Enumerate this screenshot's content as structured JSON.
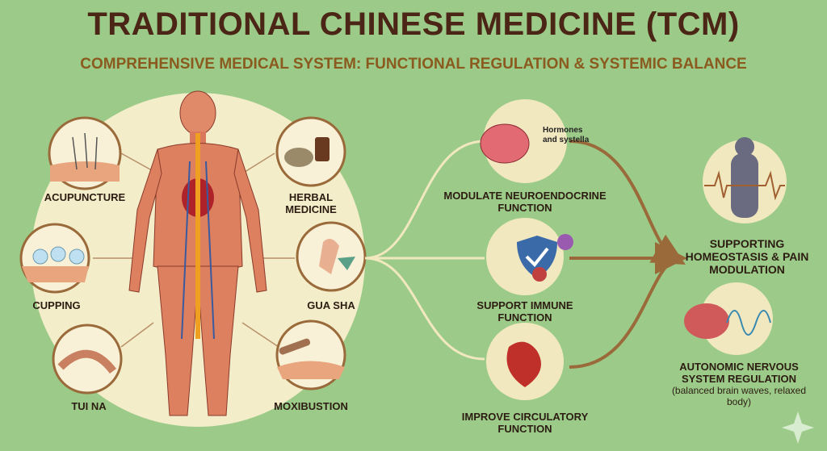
{
  "title": "TRADITIONAL CHINESE MEDICINE (TCM)",
  "subtitle": "COMPREHENSIVE MEDICAL SYSTEM: FUNCTIONAL REGULATION & SYSTEMIC BALANCE",
  "therapies": [
    "ACUPUNCTURE",
    "HERBAL MEDICINE",
    "CUPPING",
    "GUA SHA",
    "TUI NA",
    "MOXIBUSTION"
  ],
  "mechanisms": {
    "neuro": {
      "label": "MODULATE NEUROENDOCRINE FUNCTION",
      "note": "Hormones and systella"
    },
    "immune": {
      "label": "SUPPORT IMMUNE FUNCTION"
    },
    "circulatory": {
      "label": "IMPROVE CIRCULATORY FUNCTION"
    }
  },
  "outcomes": {
    "homeostasis": "SUPPORTING HOMEOSTASIS & PAIN MODULATION",
    "autonomic": "AUTONOMIC NERVOUS SYSTEM REGULATION",
    "autonomic_note": "(balanced brain waves, relaxed body)"
  },
  "colors": {
    "background": "#9ccb89",
    "title": "#4b2616",
    "subtitle": "#8a5a1e",
    "circle": "#f4edc9",
    "connector": "#9a6a3a"
  }
}
